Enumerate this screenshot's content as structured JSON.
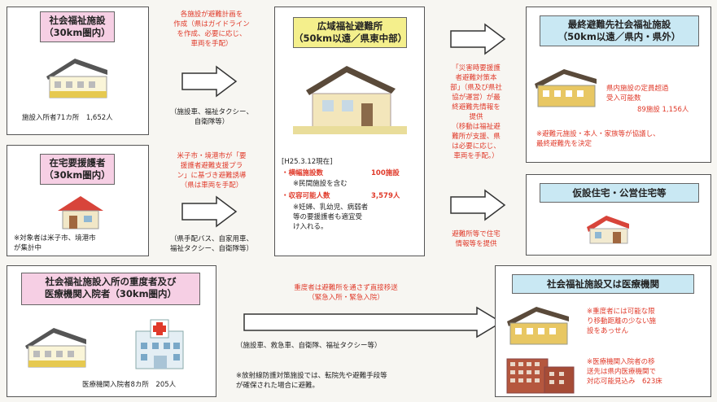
{
  "facility_box": {
    "title_line1": "社会福祉施設",
    "title_line2": "（30km圏内）",
    "count": "施設入所者71カ所　1,652人"
  },
  "home_box": {
    "title_line1": "在宅要援護者",
    "title_line2": "（30km圏内）",
    "note_line1": "※対象者は米子市、境港市",
    "note_line2": "が集計中"
  },
  "severe_box": {
    "title_line1": "社会福祉施設入所の重度者及び",
    "title_line2": "医療機関入院者（30km圏内）",
    "count": "医療機関入院者8カ所　205人"
  },
  "arrow1": {
    "red_lines": [
      "各施設が避難計画を",
      "作成（県はガイドライン",
      "を作成、必要に応じ、",
      "車両を手配）"
    ],
    "black_lines": [
      "（施設車、福祉タクシー、",
      "自衛隊等）"
    ]
  },
  "arrow2": {
    "red_lines": [
      "米子市・境港市が「要",
      "援護者避難支援プラ",
      "ン」に基づき避難誘導",
      "（県は車両を手配）"
    ],
    "black_lines": [
      "（県手配バス、自家用車、",
      "福祉タクシー、自衛隊等）"
    ]
  },
  "shelter_box": {
    "title_line1": "広域福祉避難所",
    "title_line2": "（50km以遠／県東中部）",
    "date": "[H25.3.12現在]",
    "stat1_label": "・横幅施設数",
    "stat1_value": "100施設",
    "stat1_note": "※民間施設を含む",
    "stat2_label": "・収容可能人数",
    "stat2_value": "3,579人",
    "notes": [
      "※妊婦、乳幼児、病弱者",
      "等の要援護者も適宜受",
      "け入れる。"
    ]
  },
  "middle_right": {
    "red_lines": [
      "「災害時要援護",
      "者避難対策本",
      "部」（県及び県社",
      "協が運営）が最",
      "終避難先情報を",
      "提供",
      "（移動は福祉避",
      "難所が支援、県",
      "は必要に応じ、",
      "車両を手配。）"
    ],
    "bottom_red_lines": [
      "避難所等で住宅",
      "情報等を提供"
    ]
  },
  "final_box": {
    "title_line1": "最終避難先社会福祉施設",
    "title_line2": "（50km以遠／県内・県外）",
    "red_lines": [
      "県内施設の定員超過",
      "受入可能数"
    ],
    "count": "89施設 1,156人",
    "note_lines": [
      "※避難元施設・本人・家族等が協議し、",
      "最終避難先を決定"
    ]
  },
  "temp_box": {
    "title": "仮設住宅・公営住宅等"
  },
  "medical_box": {
    "title": "社会福祉施設又は医療機関",
    "note1_lines": [
      "※重度者には可能な限",
      "り移動距離の少ない施",
      "設をあっせん"
    ],
    "note2_lines": [
      "※医療機関入院者の移",
      "送先は県内医療機関で",
      "対応可能見込み　623床"
    ]
  },
  "arrow_bottom": {
    "red_lines": [
      "重度者は避難所を通さず直接移送",
      "（緊急入所・緊急入院）"
    ],
    "black_line": "（施設車、救急車、自衛隊、福祉タクシー等）",
    "footnote_lines": [
      "※放射線防護対策施設では、転院先や避難手段等",
      "が確保された場合に避難。"
    ]
  },
  "colors": {
    "pink": "#f6cfe4",
    "yellow": "#f4ef8c",
    "blue": "#c9e8f3",
    "red": "#e03a2a"
  },
  "icons": [
    "building-icon",
    "house-icon",
    "hospital-icon",
    "shelter-house-icon",
    "temporary-house-icon",
    "apartment-icon"
  ]
}
